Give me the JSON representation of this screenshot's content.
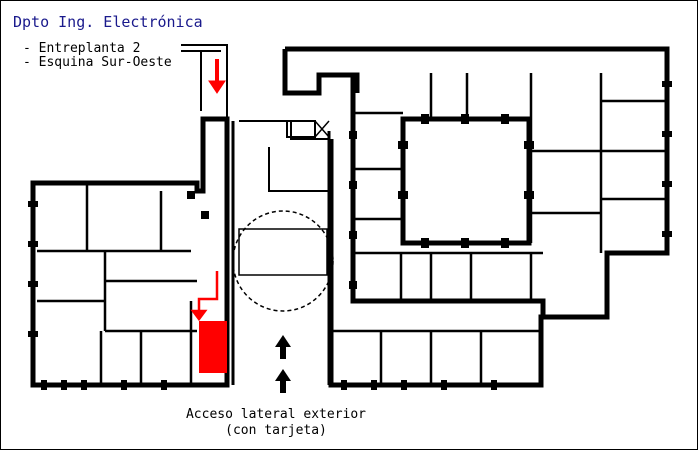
{
  "title": "Dpto Ing. Electrónica",
  "notes": [
    "- Entreplanta 2",
    "- Esquina Sur-Oeste"
  ],
  "caption": [
    "Acceso lateral exterior",
    "(con tarjeta)"
  ],
  "colors": {
    "walls": "#000000",
    "highlight": "#ff0000",
    "title": "#1a1a8c"
  },
  "icons": [
    "arrow-down-icon",
    "arrow-up-icon",
    "stairs-icon",
    "elevator-icon"
  ]
}
